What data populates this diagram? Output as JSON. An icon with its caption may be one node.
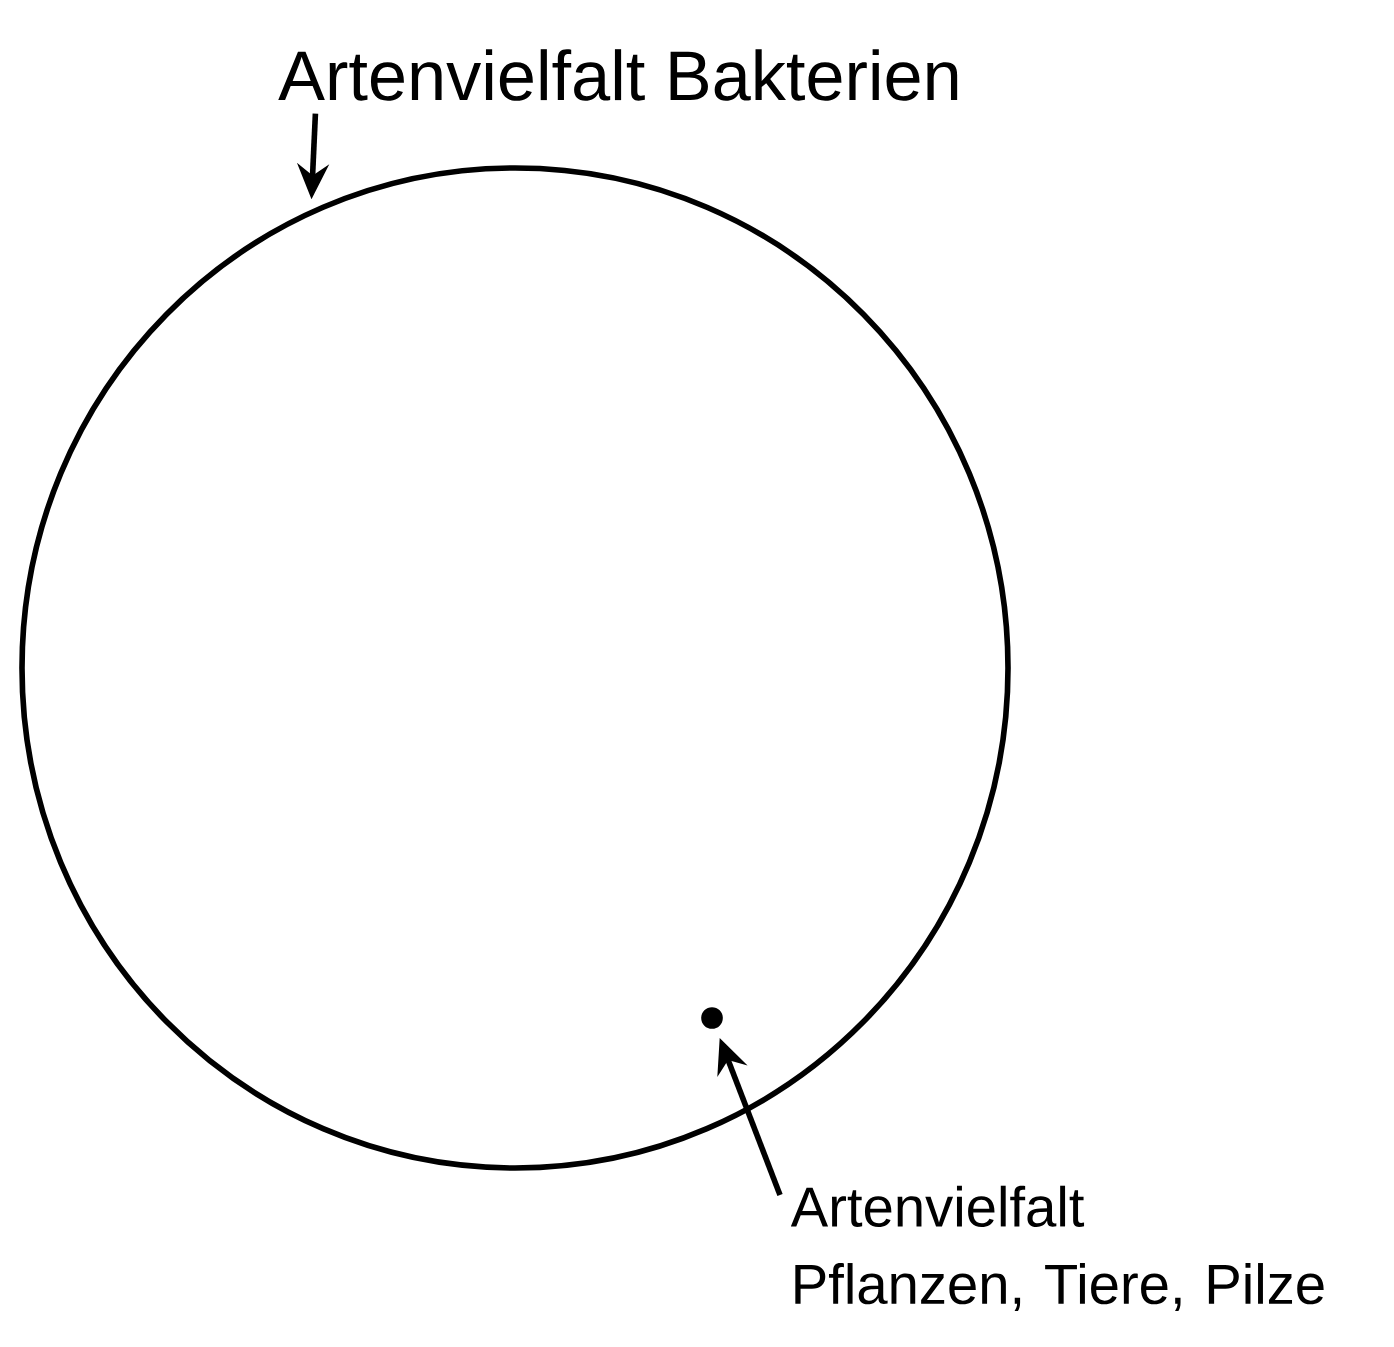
{
  "diagram": {
    "nodes": [
      {
        "text": [
          "Artenvielfalt Bakterien"
        ]
      },
      {
        "text": [],
        "shape": "circle"
      },
      {
        "text": [],
        "shape": "circle",
        "in": 1
      },
      {
        "text": [
          "Artenvielfalt Pflanzen, Tiere, Pilze"
        ]
      }
    ],
    "edges": [
      {
        "from": 0,
        "to": 1,
        "arrow": "to"
      },
      {
        "from": 3,
        "to": 2,
        "arrow": "to"
      }
    ]
  }
}
